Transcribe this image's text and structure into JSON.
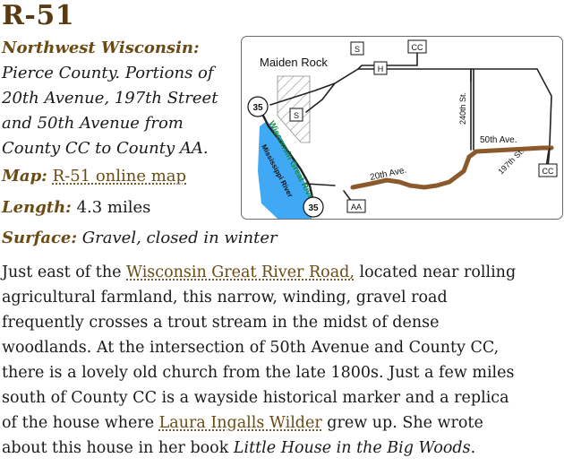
{
  "route": {
    "id": "R-51",
    "region": "Northwest Wisconsin:",
    "description": "Pierce County. Portions of 20th Avenue, 197th Street and 50th Avenue from County CC to County AA.",
    "map_label": "Map:",
    "map_link": "R-51 online map",
    "length_label": "Length:",
    "length_value": "4.3 miles",
    "surface_label": "Surface:",
    "surface_value": "Gravel, closed in winter"
  },
  "body": {
    "p1": "Just east of the ",
    "link1": "Wisconsin Great River Road,",
    "p2": " located near rolling agricultural farmland, this narrow, winding, gravel road frequently crosses a trout stream in the midst of dense woodlands. At the intersection of 50th Avenue and County CC, there is a lovely old church from the late 1800s. Just a few miles south of County CC is a wayside historical marker and a replica of the house where ",
    "link2": "Laura Ingalls Wilder",
    "p3": " grew up. She wrote about this house in her book ",
    "book": "Little House in the Big Woods",
    "p4": "."
  },
  "map": {
    "town": "Maiden Rock",
    "shields": {
      "s_top": "S",
      "cc_top": "CC",
      "h": "H",
      "s_mid": "S",
      "hwy35_top": "35",
      "hwy35_bottom": "35",
      "aa": "AA",
      "cc_right": "CC"
    },
    "roads": {
      "st240": "240th St.",
      "ave50": "50th Ave.",
      "ave20": "20th Ave.",
      "st197": "197th St."
    },
    "great_river_road": "Wisconsin Great River Rd.",
    "river": "Mississippi River",
    "colors": {
      "route": "#8a5a2b",
      "water": "#3fa9f5",
      "grr": "#1a8a3a",
      "road": "#222222"
    }
  }
}
